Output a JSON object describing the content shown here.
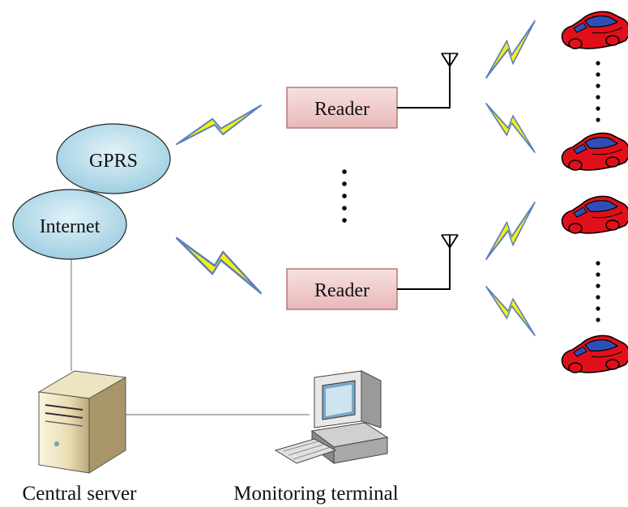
{
  "nodes": {
    "gprs": {
      "label": "GPRS"
    },
    "internet": {
      "label": "Internet"
    },
    "readers": [
      {
        "label": "Reader"
      },
      {
        "label": "Reader"
      }
    ],
    "central_server": {
      "label": "Central server"
    },
    "monitoring_terminal": {
      "label": "Monitoring terminal"
    }
  },
  "colors": {
    "cloud_fill": "#bde0ee",
    "reader_fill": "#f3d2d2",
    "reader_border": "#b07070",
    "bolt_fill": "#f5f20a",
    "bolt_edge": "#5a7fc0",
    "car_body": "#e0101a",
    "car_window": "#2f4fb8",
    "line": "#000000"
  },
  "icons": [
    "lightning-bolt-icon",
    "antenna-icon",
    "car-icon",
    "server-tower-icon",
    "computer-terminal-icon"
  ]
}
